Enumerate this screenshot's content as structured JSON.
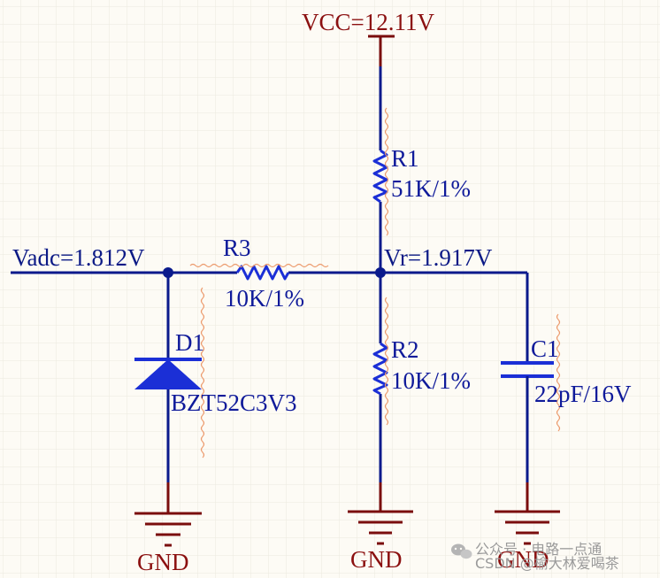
{
  "colors": {
    "background": "#fdfbf5",
    "grid": "#ece9de",
    "wire": "#0a1a8c",
    "component": "#1b2fd6",
    "power": "#7a0d0d",
    "label_power": "#8b1010",
    "label_net": "#0c1a86",
    "label_part": "#0f1a9a",
    "squiggle": "#ec9a6c",
    "watermark": "#9a9a9a"
  },
  "labels": {
    "vcc": "VCC=12.11V",
    "vadc": "Vadc=1.812V",
    "vr": "Vr=1.917V",
    "r1_name": "R1",
    "r1_value": "51K/1%",
    "r2_name": "R2",
    "r2_value": "10K/1%",
    "r3_name": "R3",
    "r3_value": "10K/1%",
    "d1_name": "D1",
    "d1_value": "BZT52C3V3",
    "c1_name": "C1",
    "c1_value": "22pF/16V",
    "gnd_left": "GND",
    "gnd_mid": "GND",
    "gnd_right": "GND"
  },
  "watermark": {
    "line1": "公众号 · 电路一点通",
    "line2": "CSDN @榆大林爱喝茶",
    "icon": "wechat-icon"
  }
}
